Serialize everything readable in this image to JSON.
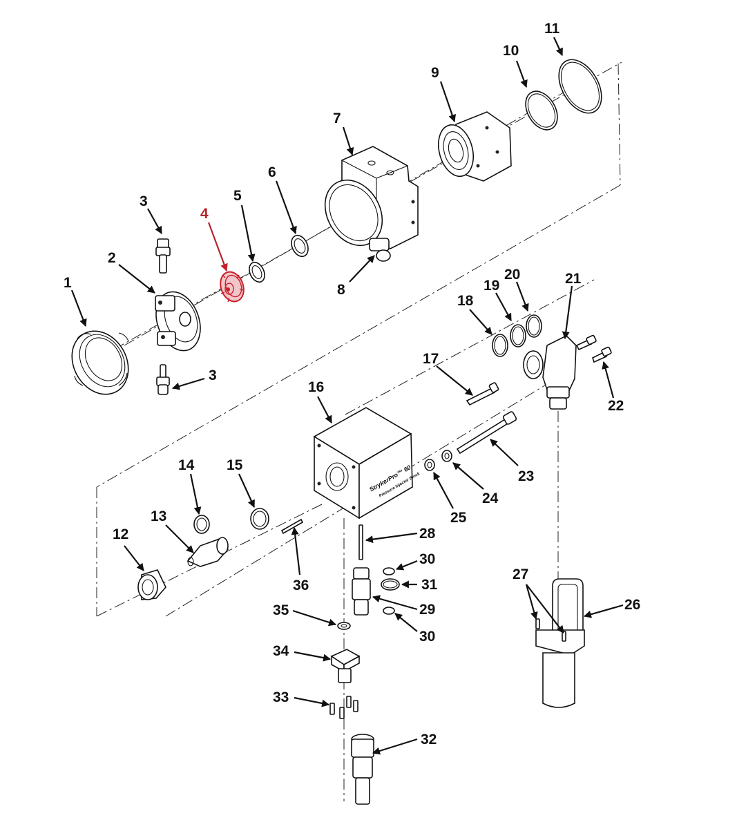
{
  "diagram": {
    "highlight_color": "#c8202b",
    "callouts": [
      {
        "id": "c1",
        "text": "1"
      },
      {
        "id": "c2",
        "text": "2"
      },
      {
        "id": "c3a",
        "text": "3"
      },
      {
        "id": "c3b",
        "text": "3"
      },
      {
        "id": "c4",
        "text": "4",
        "highlighted": true
      },
      {
        "id": "c5",
        "text": "5"
      },
      {
        "id": "c6",
        "text": "6"
      },
      {
        "id": "c7",
        "text": "7"
      },
      {
        "id": "c8",
        "text": "8"
      },
      {
        "id": "c9",
        "text": "9"
      },
      {
        "id": "c10",
        "text": "10"
      },
      {
        "id": "c11",
        "text": "11"
      },
      {
        "id": "c12",
        "text": "12"
      },
      {
        "id": "c13",
        "text": "13"
      },
      {
        "id": "c14",
        "text": "14"
      },
      {
        "id": "c15",
        "text": "15"
      },
      {
        "id": "c16",
        "text": "16"
      },
      {
        "id": "c17",
        "text": "17"
      },
      {
        "id": "c18",
        "text": "18"
      },
      {
        "id": "c19",
        "text": "19"
      },
      {
        "id": "c20",
        "text": "20"
      },
      {
        "id": "c21",
        "text": "21"
      },
      {
        "id": "c22",
        "text": "22"
      },
      {
        "id": "c23",
        "text": "23"
      },
      {
        "id": "c24",
        "text": "24"
      },
      {
        "id": "c25",
        "text": "25"
      },
      {
        "id": "c26",
        "text": "26"
      },
      {
        "id": "c27",
        "text": "27"
      },
      {
        "id": "c28",
        "text": "28"
      },
      {
        "id": "c29",
        "text": "29"
      },
      {
        "id": "c30a",
        "text": "30"
      },
      {
        "id": "c30b",
        "text": "30"
      },
      {
        "id": "c31",
        "text": "31"
      },
      {
        "id": "c32",
        "text": "32"
      },
      {
        "id": "c33",
        "text": "33"
      },
      {
        "id": "c34",
        "text": "34"
      },
      {
        "id": "c35",
        "text": "35"
      },
      {
        "id": "c36",
        "text": "36"
      }
    ],
    "block_label": {
      "brand": "StrykerPro™ 60",
      "sub": "Pressure Injector Block"
    }
  }
}
